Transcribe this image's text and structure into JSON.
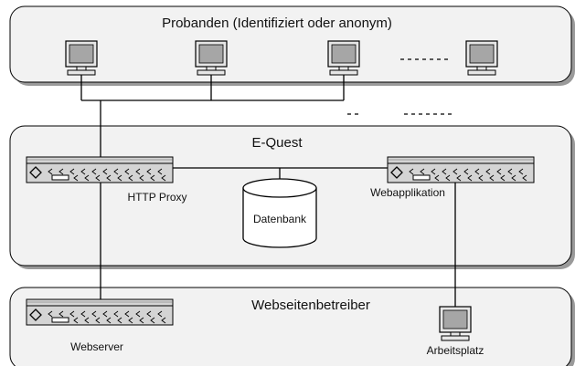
{
  "zones": {
    "probanden": {
      "title": "Probanden (Identifiziert oder anonym)"
    },
    "equest": {
      "title": "E-Quest"
    },
    "betreiber": {
      "title": "Webseitenbetreiber"
    }
  },
  "nodes": {
    "http_proxy": {
      "label": "HTTP Proxy",
      "icon": "network-device-icon"
    },
    "webapplikation": {
      "label": "Webapplikation",
      "icon": "network-device-icon"
    },
    "datenbank": {
      "label": "Datenbank",
      "icon": "database-cylinder-icon"
    },
    "webserver": {
      "label": "Webserver",
      "icon": "network-device-icon"
    },
    "arbeitsplatz": {
      "label": "Arbeitsplatz",
      "icon": "monitor-icon"
    }
  },
  "colors": {
    "zone_fill": "#f2f2f2",
    "zone_shadow": "#9a9a9a",
    "device_fill": "#d4d4d4",
    "monitor_screen": "#a6a6a6",
    "line": "#000000"
  }
}
